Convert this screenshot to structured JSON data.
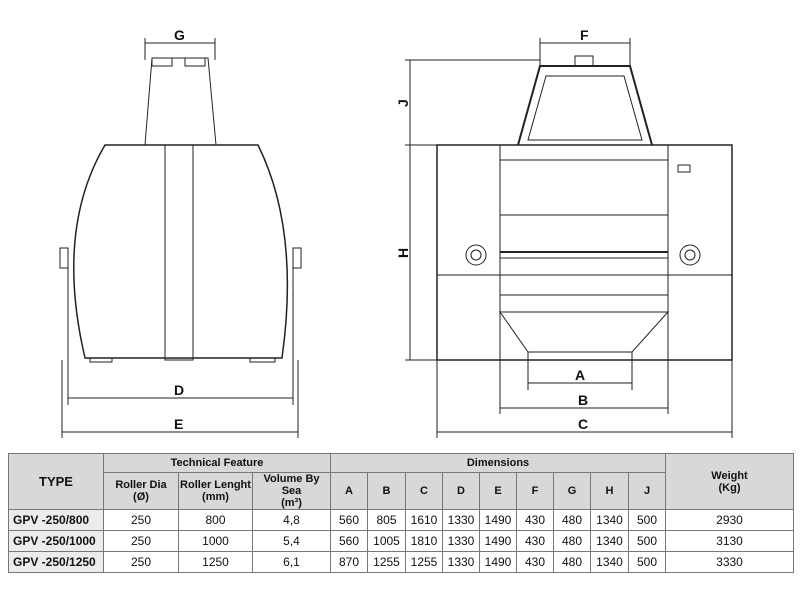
{
  "drawing": {
    "side_view_labels": {
      "G": "G",
      "D": "D",
      "E": "E"
    },
    "front_view_labels": {
      "F": "F",
      "J": "J",
      "H": "H",
      "A": "A",
      "B": "B",
      "C": "C"
    }
  },
  "table": {
    "type_header": "TYPE",
    "technical_feature_header": "Technical Feature",
    "dimensions_header": "Dimensions",
    "weight_header": [
      "Weight",
      "(Kg)"
    ],
    "feature_columns": [
      [
        "Roller Dia",
        "(Ø)"
      ],
      [
        "Roller Lenght",
        "(mm)"
      ],
      [
        "Volume By Sea",
        "(m³)"
      ]
    ],
    "dimension_columns": [
      "A",
      "B",
      "C",
      "D",
      "E",
      "F",
      "G",
      "H",
      "J"
    ],
    "rows": [
      {
        "type": "GPV -250/800",
        "roller_dia": "250",
        "roller_length": "800",
        "volume": "4,8",
        "dims": [
          "560",
          "805",
          "1610",
          "1330",
          "1490",
          "430",
          "480",
          "1340",
          "500"
        ],
        "weight": "2930"
      },
      {
        "type": "GPV -250/1000",
        "roller_dia": "250",
        "roller_length": "1000",
        "volume": "5,4",
        "dims": [
          "560",
          "1005",
          "1810",
          "1330",
          "1490",
          "430",
          "480",
          "1340",
          "500"
        ],
        "weight": "3130"
      },
      {
        "type": "GPV -250/1250",
        "roller_dia": "250",
        "roller_length": "1250",
        "volume": "6,1",
        "dims": [
          "870",
          "1255",
          "1255",
          "1330",
          "1490",
          "430",
          "480",
          "1340",
          "500"
        ],
        "weight": "3330"
      }
    ]
  }
}
